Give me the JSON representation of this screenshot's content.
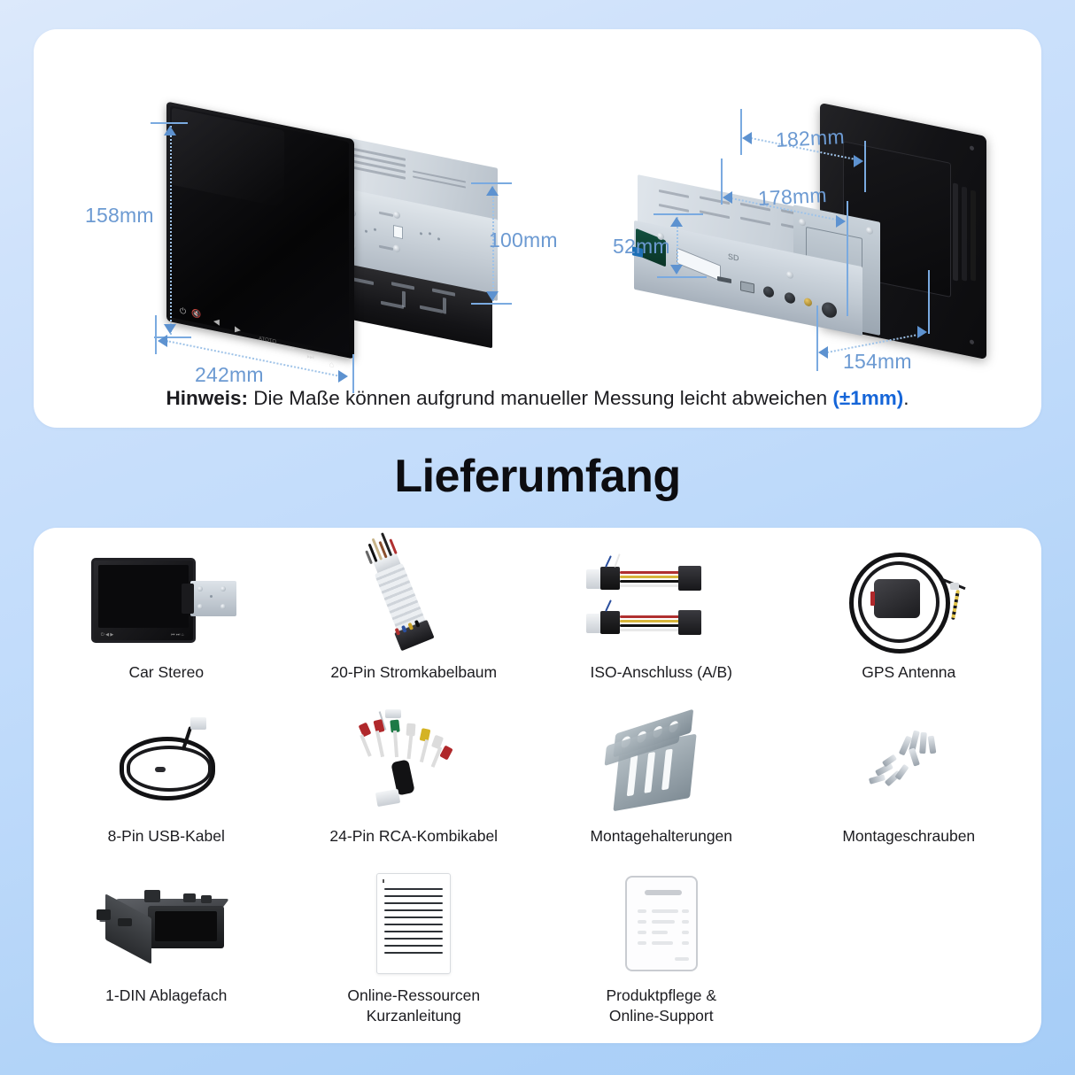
{
  "theme": {
    "background_top": "#dce9fb",
    "background_bottom": "#a6cdf7",
    "card_background": "#ffffff",
    "dimension_text_color": "#6c9ad2",
    "accent_blue": "#1565d8"
  },
  "dimensions_card": {
    "left_diagram": {
      "name": "front-view-dimensions",
      "labels": [
        {
          "id": "height",
          "value": "158mm"
        },
        {
          "id": "width",
          "value": "242mm"
        },
        {
          "id": "depth_height",
          "value": "100mm"
        }
      ]
    },
    "right_diagram": {
      "name": "rear-view-dimensions",
      "labels": [
        {
          "id": "overall_depth",
          "value": "182mm"
        },
        {
          "id": "chassis_depth",
          "value": "178mm"
        },
        {
          "id": "chassis_height",
          "value": "52mm"
        },
        {
          "id": "chassis_width",
          "value": "154mm"
        }
      ]
    }
  },
  "note": {
    "prefix": "Hinweis:",
    "text": "Die Maße können aufgrund manueller Messung leicht abweichen",
    "tolerance": "(±1mm)",
    "suffix": "."
  },
  "section": {
    "heading": "Lieferumfang"
  },
  "accessories": [
    {
      "icon": "car-stereo-icon",
      "label": "Car Stereo"
    },
    {
      "icon": "wiring-harness-icon",
      "label": "20-Pin Stromkabelbaum"
    },
    {
      "icon": "iso-connector-icon",
      "label": "ISO-Anschluss (A/B)"
    },
    {
      "icon": "gps-antenna-icon",
      "label": "GPS Antenna"
    },
    {
      "icon": "usb-cable-icon",
      "label": "8-Pin USB-Kabel"
    },
    {
      "icon": "rca-cable-icon",
      "label": "24-Pin RCA-Kombikabel"
    },
    {
      "icon": "mounting-bracket-icon",
      "label": "Montagehalterungen"
    },
    {
      "icon": "mounting-screws-icon",
      "label": "Montageschrauben"
    },
    {
      "icon": "din-storage-box-icon",
      "label": "1-DIN Ablagefach"
    },
    {
      "icon": "quick-guide-doc-icon",
      "label": "Online-Ressourcen\nKurzanleitung"
    },
    {
      "icon": "support-doc-icon",
      "label": "Produktpflege &\nOnline-Support"
    }
  ]
}
